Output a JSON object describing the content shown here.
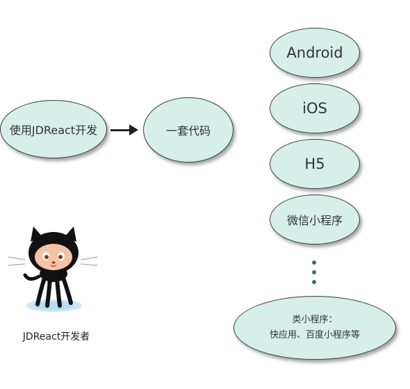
{
  "nodes": {
    "use_jdreact": "使用JDReact开发",
    "one_codebase": "一套代码",
    "android": "Android",
    "ios": "iOS",
    "h5": "H5",
    "wechat_mini_program": "微信小程序",
    "mini_program_like": {
      "line1": "类小程序：",
      "line2": "快应用、百度小程序等"
    }
  },
  "developer": {
    "label": "JDReact开发者",
    "icon": "octocat-icon"
  },
  "colors": {
    "node_fill": "#d6efe8",
    "node_stroke": "#2f3f3b",
    "arrow": "#222222",
    "dots": "#3d6f6a"
  }
}
